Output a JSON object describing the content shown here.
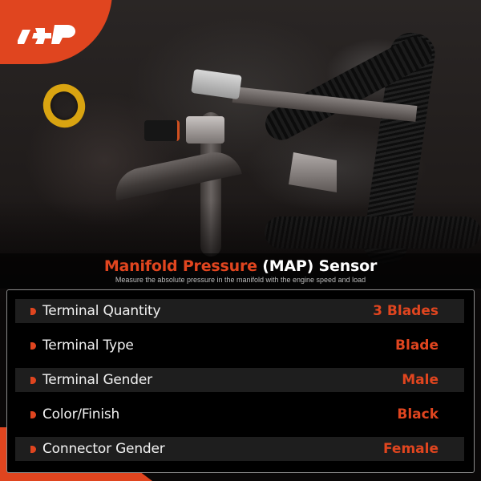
{
  "brand": {
    "logo_text": "A-P",
    "accent_color": "#e0451f"
  },
  "photo": {
    "subject": "engine-bay-with-map-sensor"
  },
  "header": {
    "title_red": "Manifold Pressure",
    "title_white": "(MAP) Sensor",
    "subtitle": "Measure the absolute pressure in the manifold with the engine speed and load"
  },
  "specs": [
    {
      "label": "Terminal Quantity",
      "value": "3 Blades"
    },
    {
      "label": "Terminal Type",
      "value": "Blade"
    },
    {
      "label": "Terminal Gender",
      "value": "Male"
    },
    {
      "label": "Color/Finish",
      "value": "Black"
    },
    {
      "label": "Connector Gender",
      "value": "Female"
    }
  ]
}
